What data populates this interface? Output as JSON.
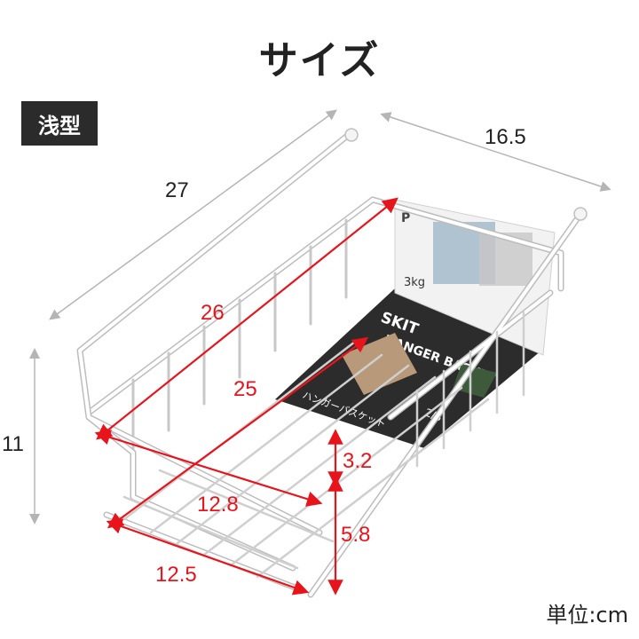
{
  "title": "サイズ",
  "type_label": "浅型",
  "unit_label": "単位:cm",
  "colors": {
    "dimension_red": "#e8141c",
    "outer_dimension": "#b5b5b5",
    "basket_wire": "#ffffff",
    "wire_outline": "#bdbdbd"
  },
  "outer_dimensions": {
    "length": "27",
    "width": "16.5",
    "height": "11"
  },
  "inner_dimensions": {
    "top_length": "26",
    "bottom_length": "25",
    "top_width": "12.8",
    "bottom_width": "12.5",
    "lip_height": "3.2",
    "body_height": "5.8"
  },
  "package_card": {
    "brand_mark": "P",
    "load_capacity": "3kg",
    "product_name_line1": "SKIT",
    "product_name_line2": "HANGER BASKET",
    "subtitle": "ハンガーバスケット",
    "tag": "2/8"
  }
}
